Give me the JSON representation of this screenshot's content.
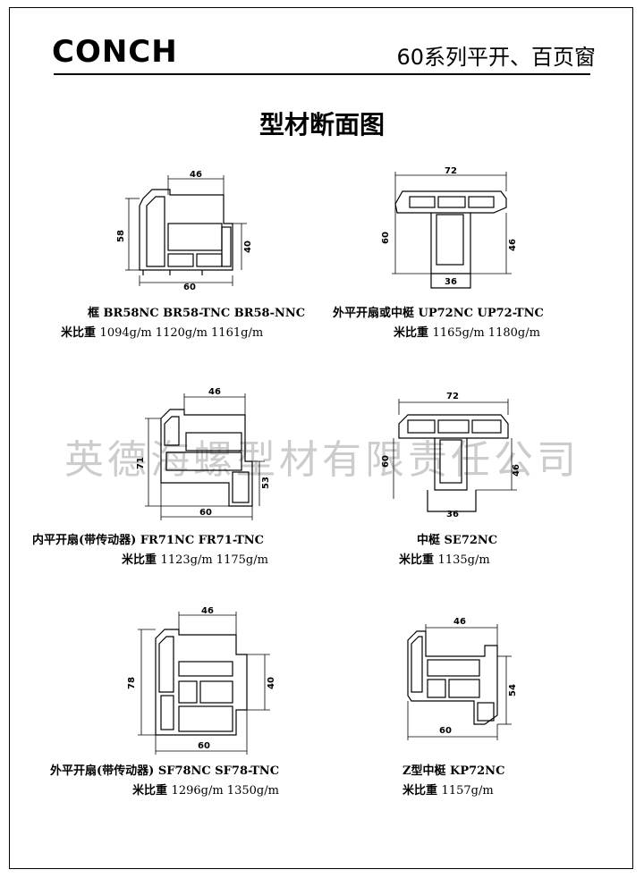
{
  "header": {
    "brand": "CONCH",
    "series": "60系列平开、百页窗"
  },
  "title": "型材断面图",
  "watermark": "英德海螺型材有限责任公司",
  "profiles": [
    {
      "name": "框 BR58NC BR58-TNC BR58-NNC",
      "weight_label": "米比重",
      "weights": "1094g/m 1120g/m 1161g/m",
      "dims": {
        "top": "46",
        "left": "58",
        "right": "40",
        "bottom": "60"
      }
    },
    {
      "name": "外平开扇或中梃 UP72NC UP72-TNC",
      "weight_label": "米比重",
      "weights": "1165g/m 1180g/m",
      "dims": {
        "top": "72",
        "left": "60",
        "right": "46",
        "bottom": "36"
      }
    },
    {
      "name": "内平开扇(带传动器) FR71NC FR71-TNC",
      "weight_label": "米比重",
      "weights": "1123g/m 1175g/m",
      "dims": {
        "top": "46",
        "left": "71",
        "right": "53",
        "bottom": "60"
      }
    },
    {
      "name": "中梃 SE72NC",
      "weight_label": "米比重",
      "weights": "1135g/m",
      "dims": {
        "top": "72",
        "left": "60",
        "right": "46",
        "bottom": "36"
      }
    },
    {
      "name": "外平开扇(带传动器) SF78NC SF78-TNC",
      "weight_label": "米比重",
      "weights": "1296g/m 1350g/m",
      "dims": {
        "top": "46",
        "left": "78",
        "right": "40",
        "bottom": "60"
      }
    },
    {
      "name": "Z型中梃 KP72NC",
      "weight_label": "米比重",
      "weights": "1157g/m",
      "dims": {
        "top": "46",
        "right": "54",
        "bottom": "60"
      }
    }
  ]
}
